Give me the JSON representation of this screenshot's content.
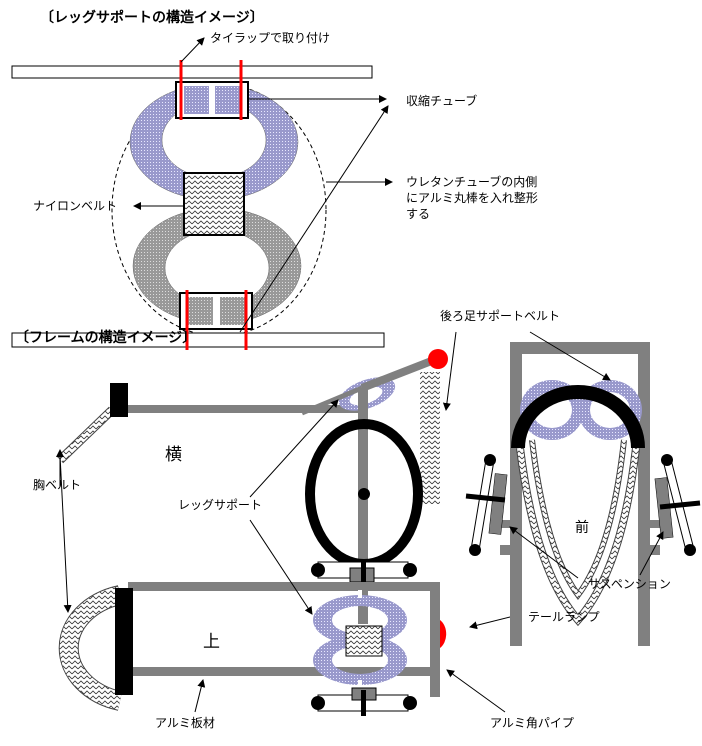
{
  "leg_support_section": {
    "title": "〔レッグサポートの構造イメージ〕",
    "labels": {
      "tie_wrap": "タイラップで取り付け",
      "shrink_tube": "収縮チューブ",
      "urethane_line1": "ウレタンチューブの内側",
      "urethane_line2": "にアルミ丸棒を入れ整形",
      "urethane_line3": "する",
      "nylon_belt": "ナイロンベルト"
    }
  },
  "frame_section": {
    "title": "〔フレームの構造イメージ〕",
    "views": {
      "side": "横",
      "top": "上",
      "front": "前"
    },
    "labels": {
      "rear_leg_belt": "後ろ足サポートベルト",
      "chest_belt": "胸ベルト",
      "leg_support": "レッグサポート",
      "suspension": "サスペンション",
      "tail_lamp": "テールランプ",
      "aluminum_plate": "アルミ板材",
      "aluminum_square_pipe": "アルミ角パイプ"
    }
  },
  "colors": {
    "frame": "#808080",
    "tie": "#ff0000",
    "ring": "#9999cc",
    "lamp": "#ff0000"
  }
}
